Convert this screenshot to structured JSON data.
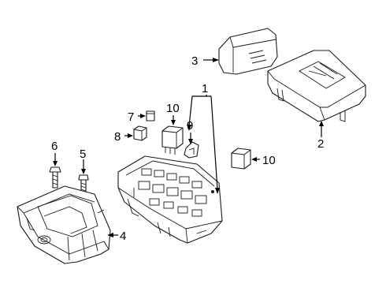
{
  "diagram": {
    "callouts": {
      "c1": "1",
      "c2": "2",
      "c3": "3",
      "c4": "4",
      "c5": "5",
      "c6": "6",
      "c7": "7",
      "c8": "8",
      "c9": "9",
      "c10a": "10",
      "c10b": "10"
    }
  }
}
